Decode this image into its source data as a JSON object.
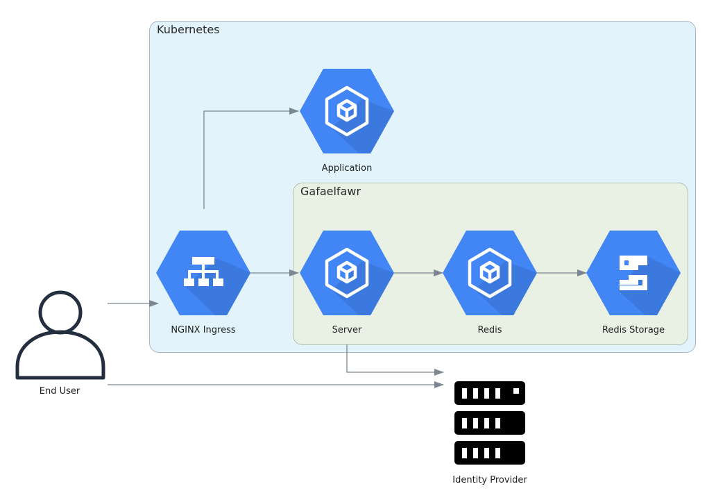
{
  "clusters": {
    "kubernetes": "Kubernetes",
    "gafaelfawr": "Gafaelfawr"
  },
  "nodes": {
    "application": {
      "label": "Application",
      "icon": "gke-cube-icon"
    },
    "nginx": {
      "label": "NGINX Ingress",
      "icon": "load-balancer-icon"
    },
    "server": {
      "label": "Server",
      "icon": "gke-cube-icon"
    },
    "redis": {
      "label": "Redis",
      "icon": "gke-cube-icon"
    },
    "storage": {
      "label": "Redis Storage",
      "icon": "filestore-icon"
    },
    "user": {
      "label": "End User",
      "icon": "user-icon"
    },
    "idp": {
      "label": "Identity Provider",
      "icon": "server-rack-icon"
    }
  },
  "colors": {
    "hex": "#4285f4",
    "hex_shadow": "#3a74d6",
    "edge": "#7b8692",
    "kubernetes_bg": "#e2f3fb",
    "gafaelfawr_bg": "#e9f1e4",
    "user_stroke": "#232f3e"
  }
}
